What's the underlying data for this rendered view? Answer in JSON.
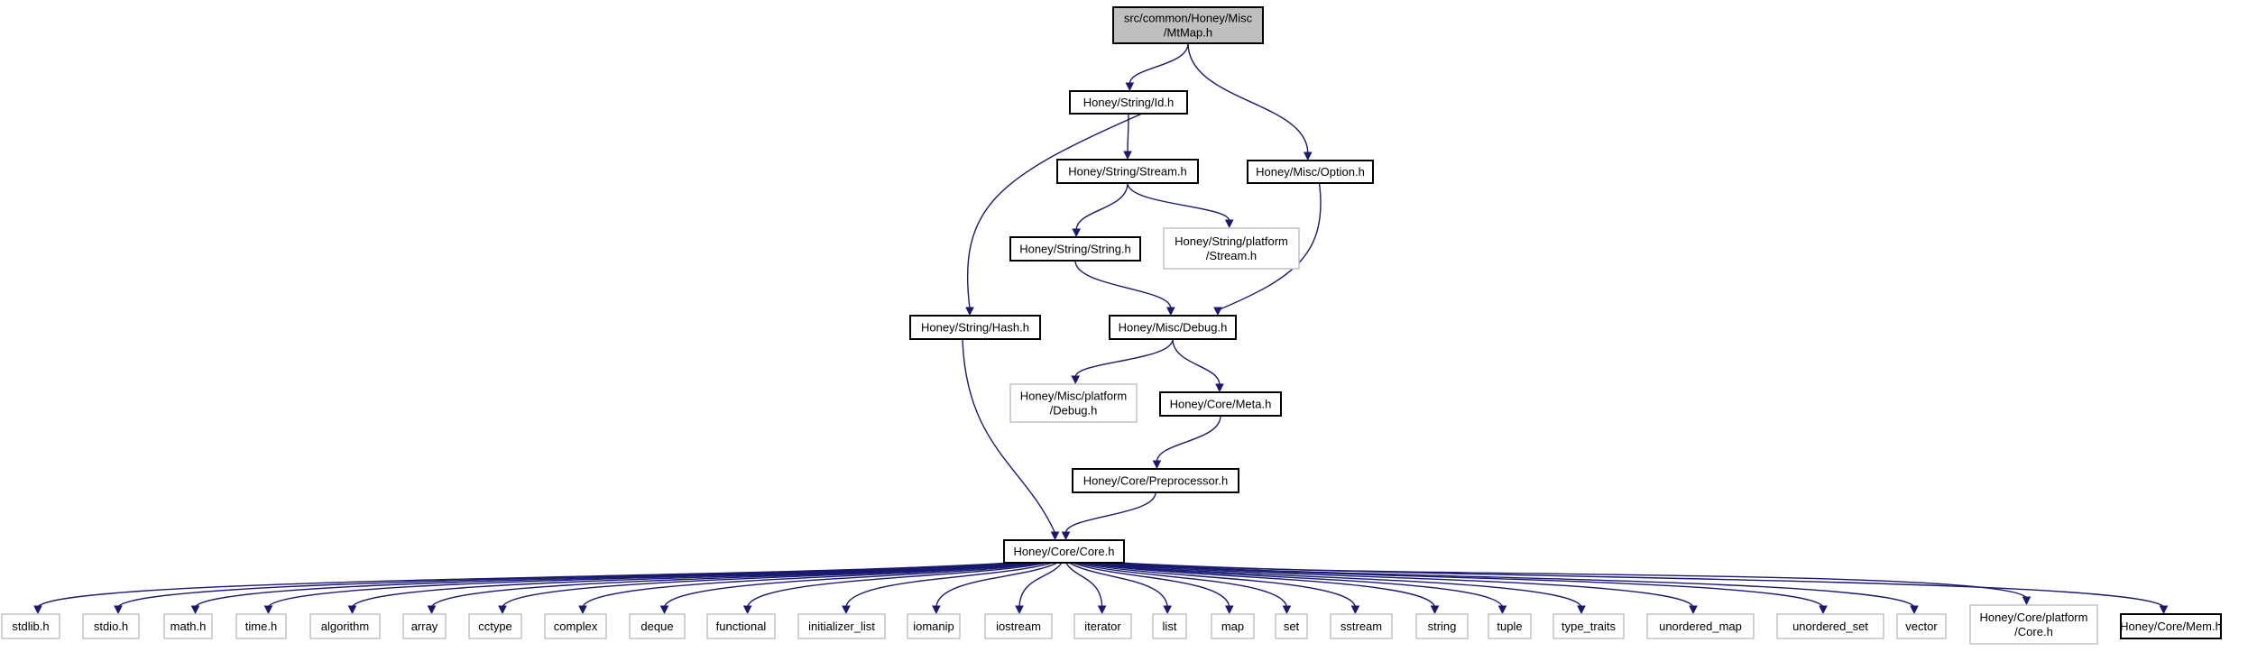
{
  "diagram": {
    "nodes": [
      {
        "id": "mtmap",
        "lines": [
          "src/common/Honey/Misc",
          "/MtMap.h"
        ],
        "kind": "root"
      },
      {
        "id": "id",
        "lines": [
          "Honey/String/Id.h"
        ],
        "kind": "doc"
      },
      {
        "id": "option",
        "lines": [
          "Honey/Misc/Option.h"
        ],
        "kind": "doc"
      },
      {
        "id": "stream",
        "lines": [
          "Honey/String/Stream.h"
        ],
        "kind": "doc"
      },
      {
        "id": "string",
        "lines": [
          "Honey/String/String.h"
        ],
        "kind": "doc"
      },
      {
        "id": "pstream",
        "lines": [
          "Honey/String/platform",
          "/Stream.h"
        ],
        "kind": "ext"
      },
      {
        "id": "hash",
        "lines": [
          "Honey/String/Hash.h"
        ],
        "kind": "doc"
      },
      {
        "id": "debug",
        "lines": [
          "Honey/Misc/Debug.h"
        ],
        "kind": "doc"
      },
      {
        "id": "pdebug",
        "lines": [
          "Honey/Misc/platform",
          "/Debug.h"
        ],
        "kind": "ext"
      },
      {
        "id": "meta",
        "lines": [
          "Honey/Core/Meta.h"
        ],
        "kind": "doc"
      },
      {
        "id": "preproc",
        "lines": [
          "Honey/Core/Preprocessor.h"
        ],
        "kind": "doc"
      },
      {
        "id": "core",
        "lines": [
          "Honey/Core/Core.h"
        ],
        "kind": "doc"
      },
      {
        "id": "stdlib",
        "lines": [
          "stdlib.h"
        ],
        "kind": "ext"
      },
      {
        "id": "stdio",
        "lines": [
          "stdio.h"
        ],
        "kind": "ext"
      },
      {
        "id": "math",
        "lines": [
          "math.h"
        ],
        "kind": "ext"
      },
      {
        "id": "time",
        "lines": [
          "time.h"
        ],
        "kind": "ext"
      },
      {
        "id": "algorithm",
        "lines": [
          "algorithm"
        ],
        "kind": "ext"
      },
      {
        "id": "array",
        "lines": [
          "array"
        ],
        "kind": "ext"
      },
      {
        "id": "cctype",
        "lines": [
          "cctype"
        ],
        "kind": "ext"
      },
      {
        "id": "complex",
        "lines": [
          "complex"
        ],
        "kind": "ext"
      },
      {
        "id": "deque",
        "lines": [
          "deque"
        ],
        "kind": "ext"
      },
      {
        "id": "functional",
        "lines": [
          "functional"
        ],
        "kind": "ext"
      },
      {
        "id": "initlist",
        "lines": [
          "initializer_list"
        ],
        "kind": "ext"
      },
      {
        "id": "iomanip",
        "lines": [
          "iomanip"
        ],
        "kind": "ext"
      },
      {
        "id": "iostream",
        "lines": [
          "iostream"
        ],
        "kind": "ext"
      },
      {
        "id": "iterator",
        "lines": [
          "iterator"
        ],
        "kind": "ext"
      },
      {
        "id": "list",
        "lines": [
          "list"
        ],
        "kind": "ext"
      },
      {
        "id": "map",
        "lines": [
          "map"
        ],
        "kind": "ext"
      },
      {
        "id": "set",
        "lines": [
          "set"
        ],
        "kind": "ext"
      },
      {
        "id": "sstream",
        "lines": [
          "sstream"
        ],
        "kind": "ext"
      },
      {
        "id": "stdstring",
        "lines": [
          "string"
        ],
        "kind": "ext"
      },
      {
        "id": "tuple",
        "lines": [
          "tuple"
        ],
        "kind": "ext"
      },
      {
        "id": "typetraits",
        "lines": [
          "type_traits"
        ],
        "kind": "ext"
      },
      {
        "id": "umap",
        "lines": [
          "unordered_map"
        ],
        "kind": "ext"
      },
      {
        "id": "uset",
        "lines": [
          "unordered_set"
        ],
        "kind": "ext"
      },
      {
        "id": "vector",
        "lines": [
          "vector"
        ],
        "kind": "ext"
      },
      {
        "id": "pcore",
        "lines": [
          "Honey/Core/platform",
          "/Core.h"
        ],
        "kind": "ext"
      },
      {
        "id": "mem",
        "lines": [
          "Honey/Core/Mem.h"
        ],
        "kind": "doc"
      }
    ],
    "edges": [
      [
        "mtmap",
        "id"
      ],
      [
        "mtmap",
        "option"
      ],
      [
        "id",
        "stream"
      ],
      [
        "id",
        "hash"
      ],
      [
        "stream",
        "string"
      ],
      [
        "stream",
        "pstream"
      ],
      [
        "string",
        "debug"
      ],
      [
        "option",
        "debug"
      ],
      [
        "hash",
        "core"
      ],
      [
        "debug",
        "pdebug"
      ],
      [
        "debug",
        "meta"
      ],
      [
        "meta",
        "preproc"
      ],
      [
        "preproc",
        "core"
      ],
      [
        "core",
        "stdlib"
      ],
      [
        "core",
        "stdio"
      ],
      [
        "core",
        "math"
      ],
      [
        "core",
        "time"
      ],
      [
        "core",
        "algorithm"
      ],
      [
        "core",
        "array"
      ],
      [
        "core",
        "cctype"
      ],
      [
        "core",
        "complex"
      ],
      [
        "core",
        "deque"
      ],
      [
        "core",
        "functional"
      ],
      [
        "core",
        "initlist"
      ],
      [
        "core",
        "iomanip"
      ],
      [
        "core",
        "iostream"
      ],
      [
        "core",
        "iterator"
      ],
      [
        "core",
        "list"
      ],
      [
        "core",
        "map"
      ],
      [
        "core",
        "set"
      ],
      [
        "core",
        "sstream"
      ],
      [
        "core",
        "stdstring"
      ],
      [
        "core",
        "tuple"
      ],
      [
        "core",
        "typetraits"
      ],
      [
        "core",
        "umap"
      ],
      [
        "core",
        "uset"
      ],
      [
        "core",
        "vector"
      ],
      [
        "core",
        "pcore"
      ],
      [
        "core",
        "mem"
      ]
    ]
  }
}
